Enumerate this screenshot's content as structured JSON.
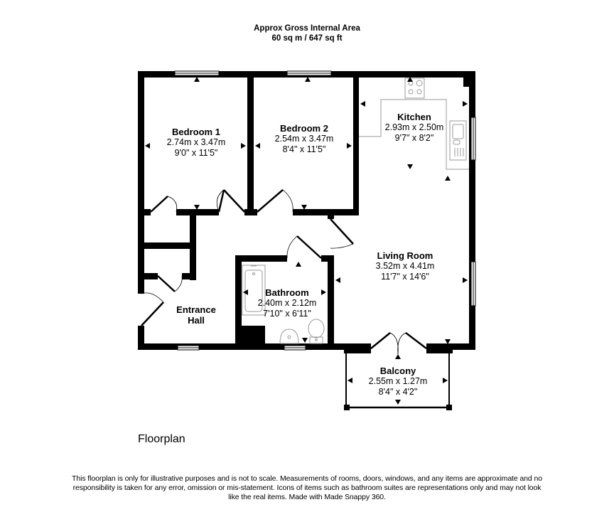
{
  "header": {
    "title": "Approx Gross Internal Area",
    "area": "60 sq m / 647 sq ft"
  },
  "rooms": [
    {
      "id": "bedroom-1",
      "name": "Bedroom 1",
      "metric": "2.74m x 3.47m",
      "imperial": "9'0\" x 11'5\""
    },
    {
      "id": "bedroom-2",
      "name": "Bedroom 2",
      "metric": "2.54m x 3.47m",
      "imperial": "8'4\" x 11'5\""
    },
    {
      "id": "kitchen",
      "name": "Kitchen",
      "metric": "2.93m x 2.50m",
      "imperial": "9'7\" x 8'2\""
    },
    {
      "id": "living-room",
      "name": "Living Room",
      "metric": "3.52m x 4.41m",
      "imperial": "11'7\" x 14'6\""
    },
    {
      "id": "bathroom",
      "name": "Bathroom",
      "metric": "2.40m x 2.12m",
      "imperial": "7'10\" x 6'11\""
    },
    {
      "id": "entrance-hall",
      "name": "Entrance Hall",
      "name_line1": "Entrance",
      "name_line2": "Hall"
    },
    {
      "id": "balcony",
      "name": "Balcony",
      "metric": "2.55m x 1.27m",
      "imperial": "8'4\" x 4'2\""
    }
  ],
  "floor_label": "Floorplan",
  "disclaimer": "This floorplan is only for illustrative purposes and is not to scale. Measurements of rooms, doors, windows, and any items are approximate and no responsibility is taken for any error, omission or mis-statement. Icons of items such as bathroom suites are representations only and may not look like the real items. Made with Made Snappy 360.",
  "icons": [
    "hob-icon",
    "sink-icon",
    "bath-icon",
    "basin-icon",
    "toilet-icon",
    "window-icon",
    "door-swing-icon",
    "dimension-arrow-icon"
  ],
  "colors": {
    "wall": "#000000",
    "fixture": "#9a9a9a",
    "background": "#ffffff"
  }
}
